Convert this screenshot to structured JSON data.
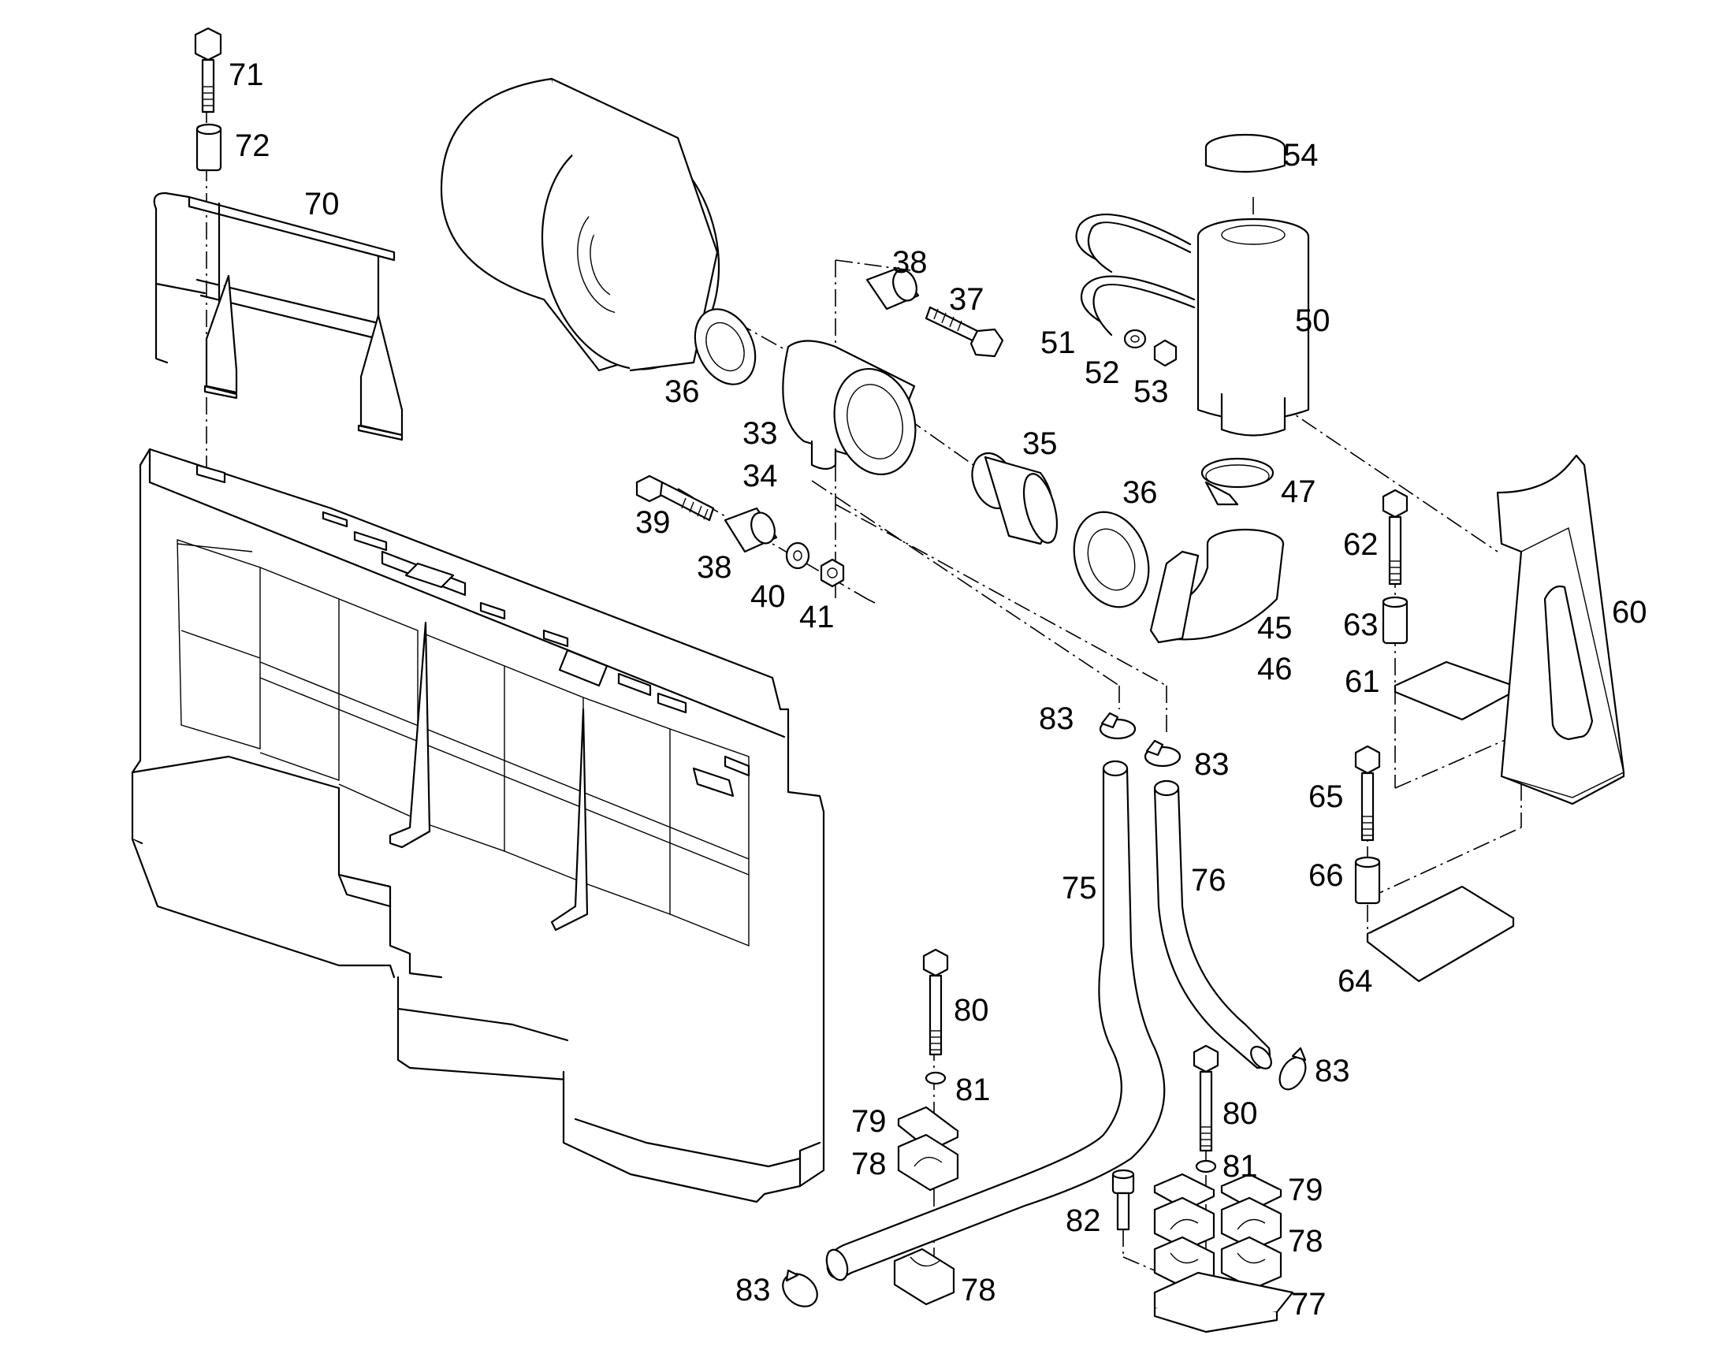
{
  "colors": {
    "line": "#000000",
    "background": "#ffffff"
  },
  "labels": {
    "p71": "71",
    "p72": "72",
    "p70": "70",
    "p54": "54",
    "p50": "50",
    "p38a": "38",
    "p37": "37",
    "p51": "51",
    "p52": "52",
    "p53": "53",
    "p36a": "36",
    "p33": "33",
    "p34": "34",
    "p35": "35",
    "p39": "39",
    "p38b": "38",
    "p40": "40",
    "p41": "41",
    "p36b": "36",
    "p47": "47",
    "p45": "45",
    "p46": "46",
    "p62": "62",
    "p63": "63",
    "p61": "61",
    "p60": "60",
    "p65": "65",
    "p66": "66",
    "p64": "64",
    "p83a": "83",
    "p83b": "83",
    "p83c": "83",
    "p83d": "83",
    "p75": "75",
    "p76": "76",
    "p80a": "80",
    "p81a": "81",
    "p79a": "79",
    "p78a": "78",
    "p78b": "78",
    "p80b": "80",
    "p81b": "81",
    "p79b": "79",
    "p78c": "78",
    "p82": "82",
    "p77": "77"
  }
}
